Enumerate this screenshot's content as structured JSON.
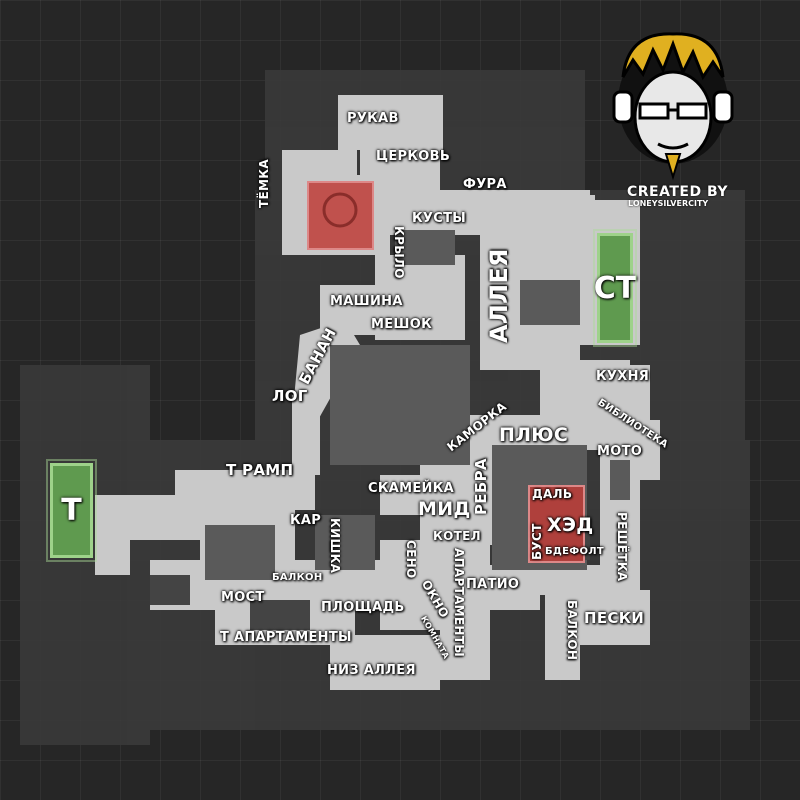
{
  "map": {
    "labels": {
      "rukav": "РУКАВ",
      "cerkov": "ЦЕРКОВЬ",
      "temka": "ТЁМКА",
      "fura": "ФУРА",
      "kusty": "КУСТЫ",
      "krylo": "КРЫЛО",
      "alleya": "АЛЛЕЯ",
      "mashina": "МАШИНА",
      "meshok": "МЕШОК",
      "banan": "БАНАН",
      "log": "ЛОГ",
      "kukhnya": "КУХНЯ",
      "biblioteka": "БИБЛИОТЕКА",
      "moto": "МОТО",
      "kamorka": "КАМОРКА",
      "plus": "ПЛЮС",
      "t_ramp": "Т РАМП",
      "skameyka": "СКАМЕЙКА",
      "mid": "МИД",
      "rebra": "РЕБРА",
      "dal": "ДАЛЬ",
      "head": "ХЭД",
      "bust": "БУСТ",
      "bdefolt": "БДЕФОЛТ",
      "reshetka": "РЕШЁТКА",
      "kar": "КАР",
      "kishka": "КИШКА",
      "kotel": "КОТЕЛ",
      "seno": "СЕНО",
      "apartamenty": "АПАРТАМЕНТЫ",
      "balkon_left": "БАЛКОН",
      "okno": "ОКНО",
      "komnata": "КОМНАТА",
      "patio": "ПАТИО",
      "most": "МОСТ",
      "ploshad": "ПЛОЩАДЬ",
      "t_apartamenty": "Т АПАРТАМЕНТЫ",
      "niz_alleya": "НИЗ АЛЛЕЯ",
      "balkon_right": "БАЛКОН",
      "peski": "ПЕСКИ"
    },
    "spawns": {
      "t": "T",
      "ct": "CT"
    }
  },
  "credit": {
    "line1": "CREATED BY",
    "line2": "LONEYSILVERCITY"
  },
  "colors": {
    "spawn_fill": "#5f9a4f",
    "site_fill": "#be3c37",
    "floor": "#cfcfcf",
    "background": "#262626"
  }
}
